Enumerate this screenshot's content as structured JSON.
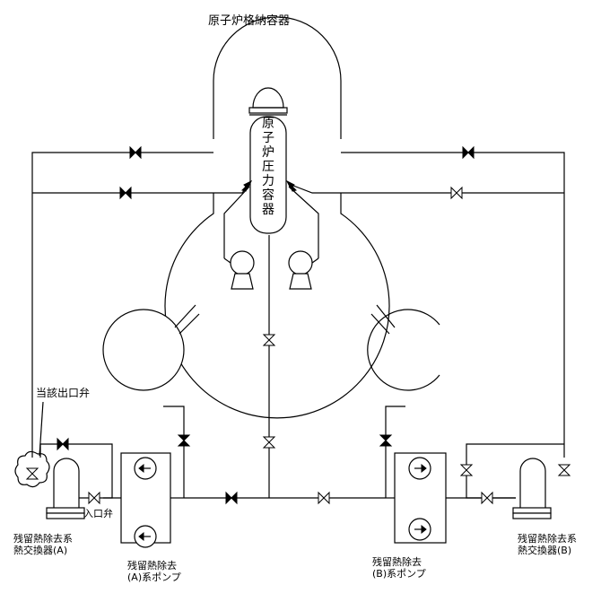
{
  "labels": {
    "containment": "原子炉格納容器",
    "rpv": "原子炉圧力容器",
    "target_valve": "当該出口弁",
    "inlet_valve": "入口弁",
    "hx_a_line1": "残留熱除去系",
    "hx_a_line2": "熱交換器(A)",
    "pump_a_line1": "残留熱除去",
    "pump_a_line2": "(A)系ポンプ",
    "pump_b_line1": "残留熱除去",
    "pump_b_line2": "(B)系ポンプ",
    "hx_b_line1": "残留熱除去系",
    "hx_b_line2": "熱交換器(B)"
  },
  "colors": {
    "line": "#000000",
    "background": "#ffffff"
  }
}
